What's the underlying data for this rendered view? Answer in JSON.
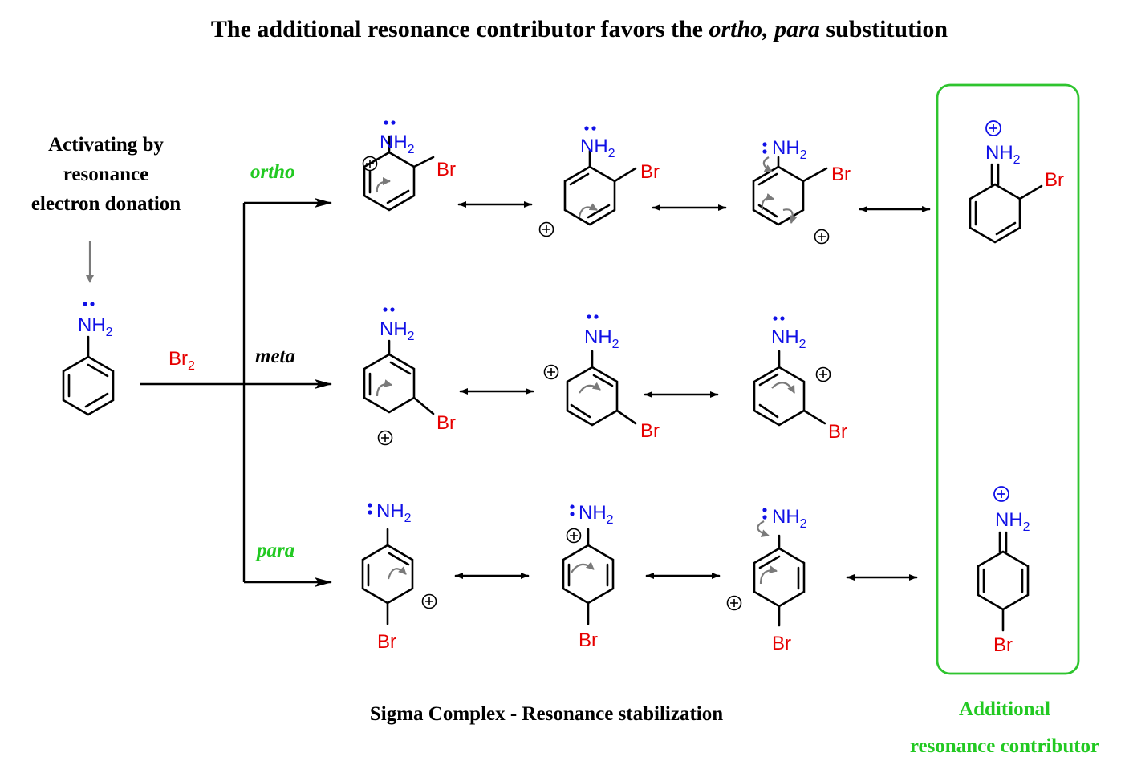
{
  "title_prefix": "The additional resonance contributor favors the ",
  "title_italic": "ortho, para",
  "title_suffix": " substitution",
  "left_note": [
    "Activating by",
    "resonance",
    "electron donation"
  ],
  "reagent": "Br2",
  "branch_labels": {
    "ortho": "ortho",
    "meta": "meta",
    "para": "para"
  },
  "atom_labels": {
    "amine": "NH2",
    "bromine": "Br"
  },
  "footer_sigma": "Sigma Complex - Resonance stabilization",
  "footer_additional": [
    "Additional",
    "resonance contributor"
  ],
  "colors": {
    "green": "#22c922",
    "blue": "#1010e6",
    "red": "#e60000",
    "gray_arrow": "#7a7a7a",
    "box": "#2ec42e"
  }
}
